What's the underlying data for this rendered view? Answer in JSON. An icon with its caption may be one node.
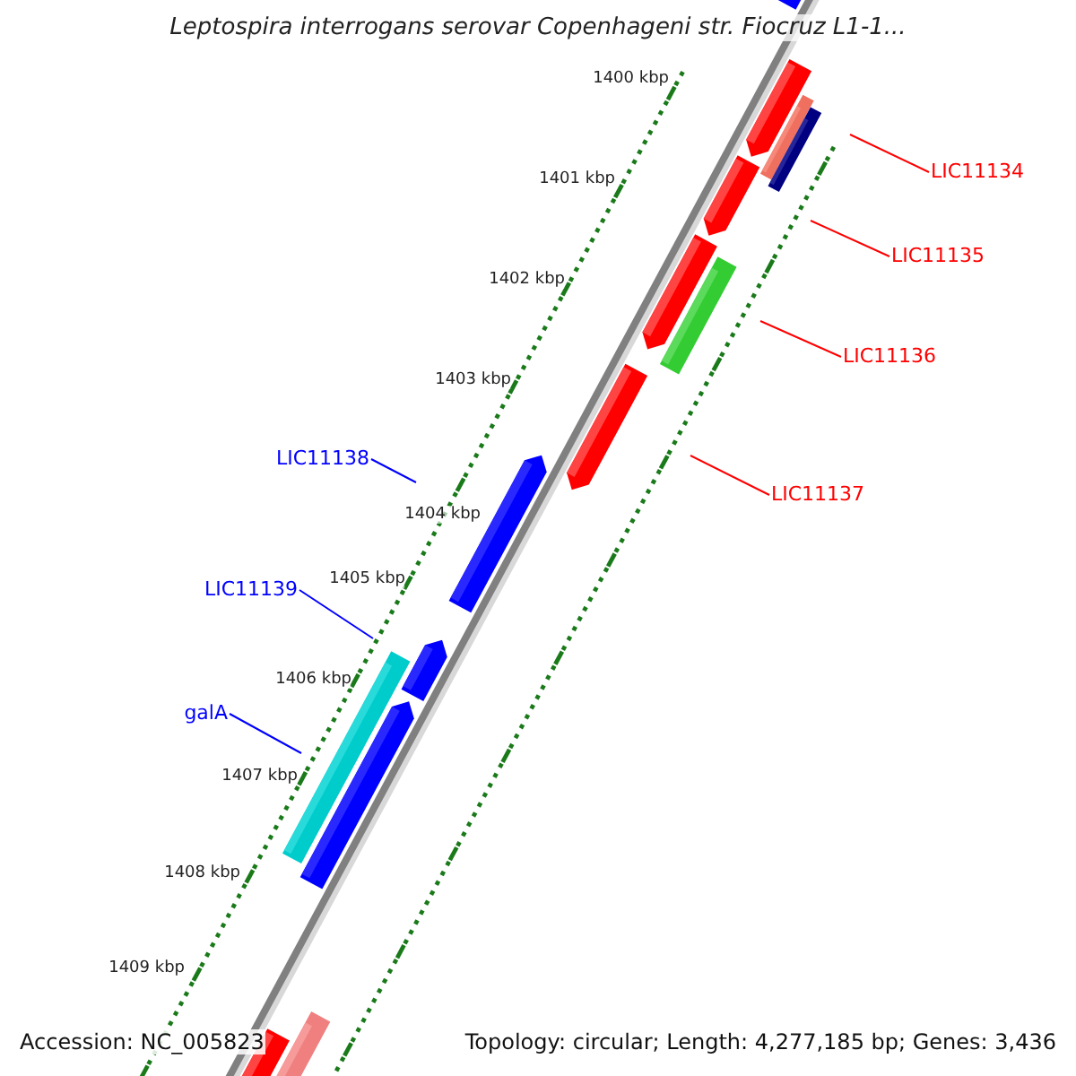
{
  "diagram": {
    "title": "Leptospira interrogans serovar Copenhageni str. Fiocruz L1-1...",
    "nodes": [
      {
        "text": [
          "LIC11134"
        ]
      },
      {
        "text": [
          "LIC11135"
        ]
      },
      {
        "text": [
          "LIC11136"
        ]
      },
      {
        "text": [
          "LIC11137"
        ]
      },
      {
        "text": [
          "LIC11138"
        ]
      },
      {
        "text": [
          "LIC11139"
        ]
      },
      {
        "text": [
          "galA"
        ]
      }
    ],
    "edges": [
      {
        "from": 0,
        "to": null,
        "arrow": "none"
      },
      {
        "from": 1,
        "to": null,
        "arrow": "none"
      },
      {
        "from": 2,
        "to": null,
        "arrow": "none"
      },
      {
        "from": 3,
        "to": null,
        "arrow": "none"
      },
      {
        "from": 4,
        "to": null,
        "arrow": "none",
        "color": "#0000ff"
      },
      {
        "from": 5,
        "to": null,
        "arrow": "none",
        "color": "#0000ff"
      },
      {
        "from": 6,
        "to": null,
        "arrow": "none",
        "color": "#0000ff"
      }
    ],
    "labels": [
      "1400 kbp",
      "1401 kbp",
      "1402 kbp",
      "1403 kbp",
      "1404 kbp",
      "1405 kbp",
      "1406 kbp",
      "1407 kbp",
      "1408 kbp",
      "1409 kbp",
      "Accession: NC_005823",
      "Topology: circular; Length: 4,277,185 bp; Genes: 3,436"
    ]
  }
}
